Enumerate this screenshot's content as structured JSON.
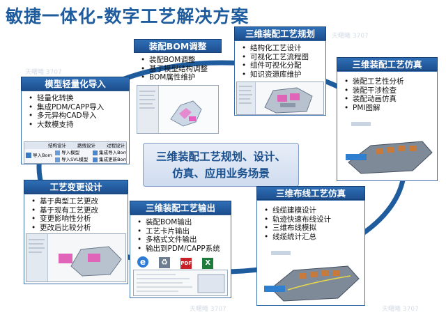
{
  "title": "敏捷一体化-数字工艺解决方案",
  "center": {
    "line1": "三维装配工艺规划、设计、",
    "line2": "仿真、应用业务场景"
  },
  "colors": {
    "ring": "#1f5c9e",
    "header": "#1d4f8f",
    "title": "#1f5c9e"
  },
  "panels": [
    {
      "id": "lightweight",
      "title": "模型轻量化导入",
      "items": [
        "轻量化转换",
        "集成PDM/CAPP导入",
        "多元异构CAD导入",
        "大数模支持"
      ]
    },
    {
      "id": "bom",
      "title": "装配BOM调整",
      "items": [
        "装配BOM调整",
        "基于模型结构调整",
        "BOM属性维护"
      ]
    },
    {
      "id": "planning",
      "title": "三维装配工艺规划",
      "items": [
        "结构化工艺设计",
        "可视化工艺流程图",
        "组件可视化分配",
        "知识资源库维护"
      ]
    },
    {
      "id": "simulation",
      "title": "三维装配工艺仿真",
      "items": [
        "装配工艺性分析",
        "装配干涉检查",
        "装配动画仿真",
        "PMI图解"
      ]
    },
    {
      "id": "change",
      "title": "工艺变更设计",
      "items": [
        "基于典型工艺更改",
        "基于现有工艺更改",
        "变更影响性分析",
        "更改后比较分析"
      ]
    },
    {
      "id": "output",
      "title": "三维装配工艺输出",
      "items": [
        "装配BOM输出",
        "工艺卡片输出",
        "多格式文件输出",
        "输出到PDM/CAPP系统"
      ]
    },
    {
      "id": "wiring",
      "title": "三维布线工艺仿真",
      "items": [
        "线缆建模设计",
        "轨迹快速布线设计",
        "三维布线模拟",
        "线缆统计汇总"
      ]
    }
  ],
  "import_toolbar": {
    "tabs": [
      "结构设计",
      "路线设计",
      "过程设计"
    ],
    "buttons": [
      "导入Bom",
      "导入模型",
      "导入SVL模型",
      "集成导入Bom",
      "集成更新Bom"
    ]
  },
  "file_icons": [
    "e-icon",
    "recycle-icon",
    "pdf-icon",
    "excel-icon"
  ],
  "watermark": "天曙曦 3707"
}
